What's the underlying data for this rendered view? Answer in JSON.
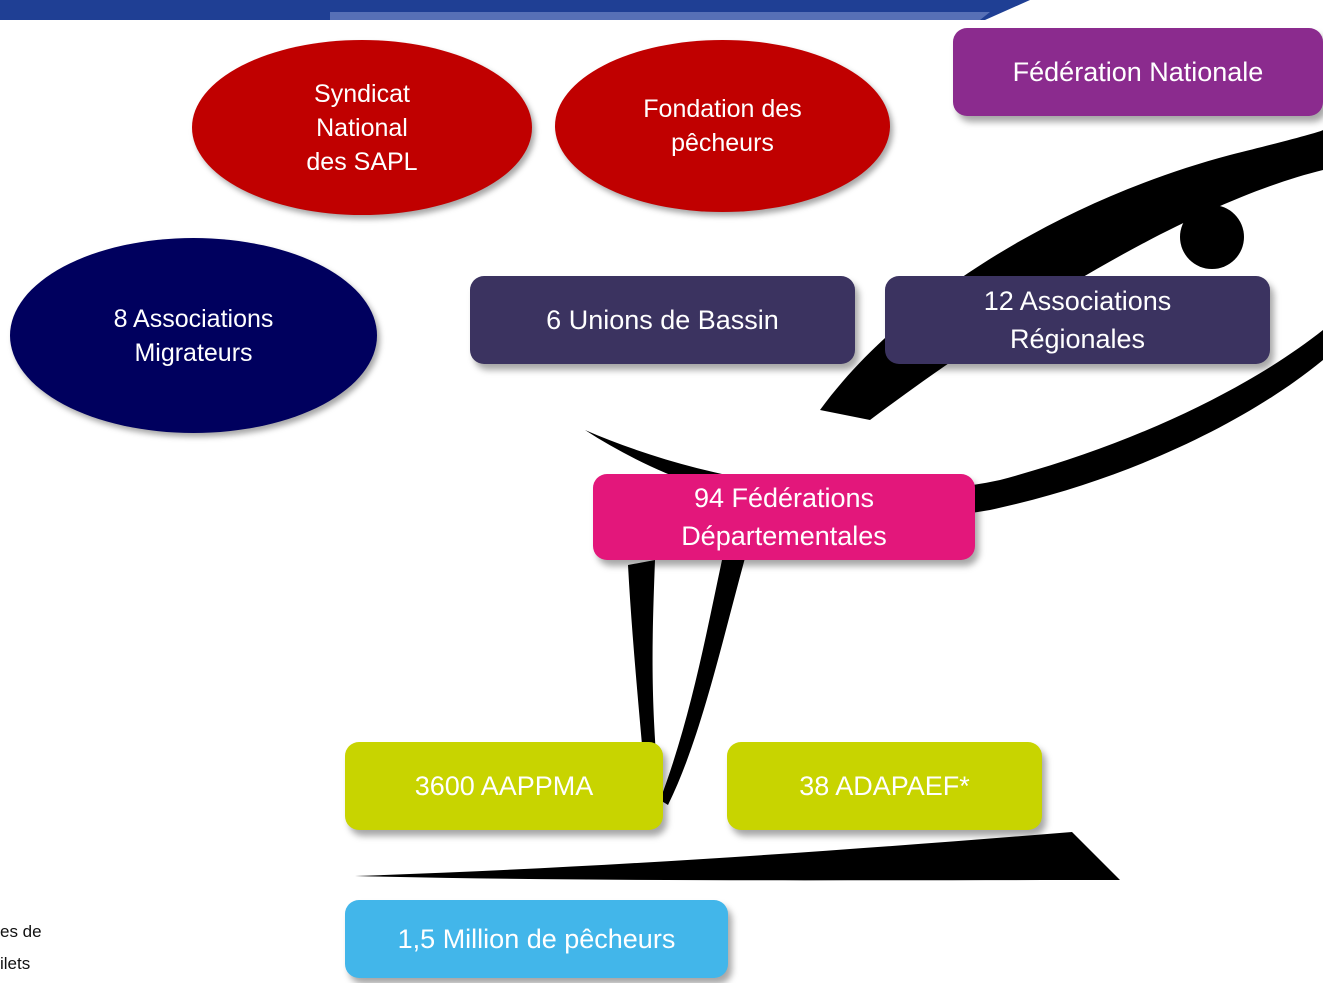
{
  "colors": {
    "topbar": "#1f3f94",
    "syndicat": "#c00000",
    "fondation": "#c00000",
    "migrateurs": "#00005e",
    "nationale": "#8b2b8e",
    "unions": "#3b3360",
    "regionales": "#3b3360",
    "federations": "#e3177b",
    "aappma": "#c8d400",
    "adapaef": "#c8d400",
    "pecheurs": "#42b6ea",
    "fish": "#000000"
  },
  "nodes": {
    "syndicat": "Syndicat\nNational\ndes SAPL",
    "fondation": "Fondation des\npêcheurs",
    "migrateurs": "8 Associations\nMigrateurs",
    "nationale": "Fédération Nationale",
    "unions": "6 Unions de Bassin",
    "regionales": "12 Associations\nRégionales",
    "federations": "94 Fédérations\nDépartementales",
    "aappma": "3600 AAPPMA",
    "adapaef": "38 ADAPAEF*",
    "pecheurs": "1,5 Million de pêcheurs"
  },
  "footnote": "es de\nilets"
}
